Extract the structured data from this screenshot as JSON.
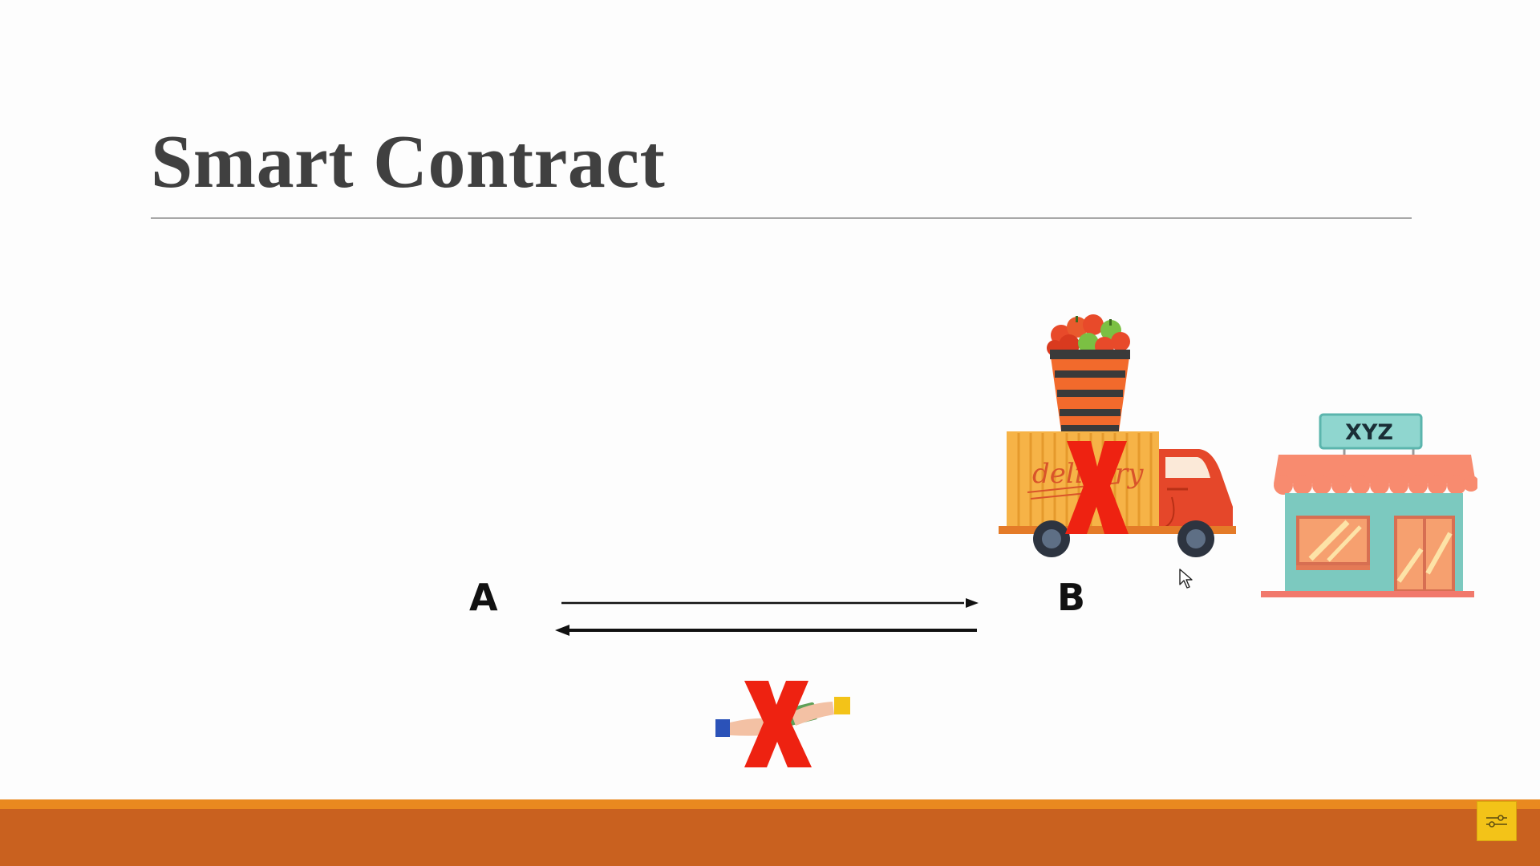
{
  "slide": {
    "title": "Smart Contract",
    "party_a": "A",
    "party_b": "B",
    "shop_sign": "XYZ",
    "truck_text": "delivery"
  },
  "colors": {
    "title": "#404040",
    "footer_orange": "#c9611f",
    "footer_stripe": "#e9891f",
    "cross_red": "#ee2211",
    "shop_teal": "#7cc9bf",
    "awning": "#f88b6f"
  },
  "icons": {
    "truck": "delivery-truck-icon",
    "shop": "storefront-icon",
    "payment": "cash-handover-icon",
    "cross": "red-x-icon",
    "cursor": "mouse-pointer-icon",
    "footer_button": "toolbar-settings-icon"
  }
}
